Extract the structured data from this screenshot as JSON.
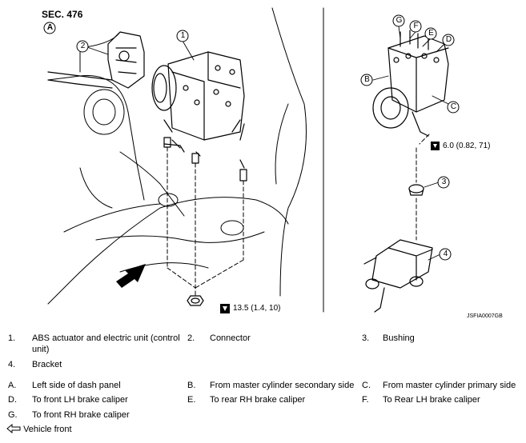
{
  "section": "SEC. 476",
  "view_letter": "A",
  "callouts": [
    "1",
    "2",
    "3",
    "4",
    "A",
    "B",
    "C",
    "D",
    "E",
    "F",
    "G"
  ],
  "torques": {
    "main": "13.5 (1.4, 10)",
    "detail": "6.0 (0.82, 71)"
  },
  "figure_id": "JSFIA0007GB",
  "legend": [
    {
      "key": "1.",
      "text": "ABS actuator and electric unit (control unit)"
    },
    {
      "key": "2.",
      "text": "Connector"
    },
    {
      "key": "3.",
      "text": "Bushing"
    },
    {
      "key": "4.",
      "text": "Bracket"
    },
    {
      "key": "A.",
      "text": "Left side of dash panel"
    },
    {
      "key": "B.",
      "text": "From master cylinder secondary side"
    },
    {
      "key": "C.",
      "text": "From master cylinder primary side"
    },
    {
      "key": "D.",
      "text": "To front LH brake caliper"
    },
    {
      "key": "E.",
      "text": "To rear RH brake caliper"
    },
    {
      "key": "F.",
      "text": "To Rear LH brake caliper"
    },
    {
      "key": "G.",
      "text": "To front RH brake caliper"
    }
  ],
  "vehicle_front": "Vehicle front",
  "icons": {
    "torque": "torque-wrench-icon",
    "arrow": "vehicle-front-arrow-icon"
  }
}
